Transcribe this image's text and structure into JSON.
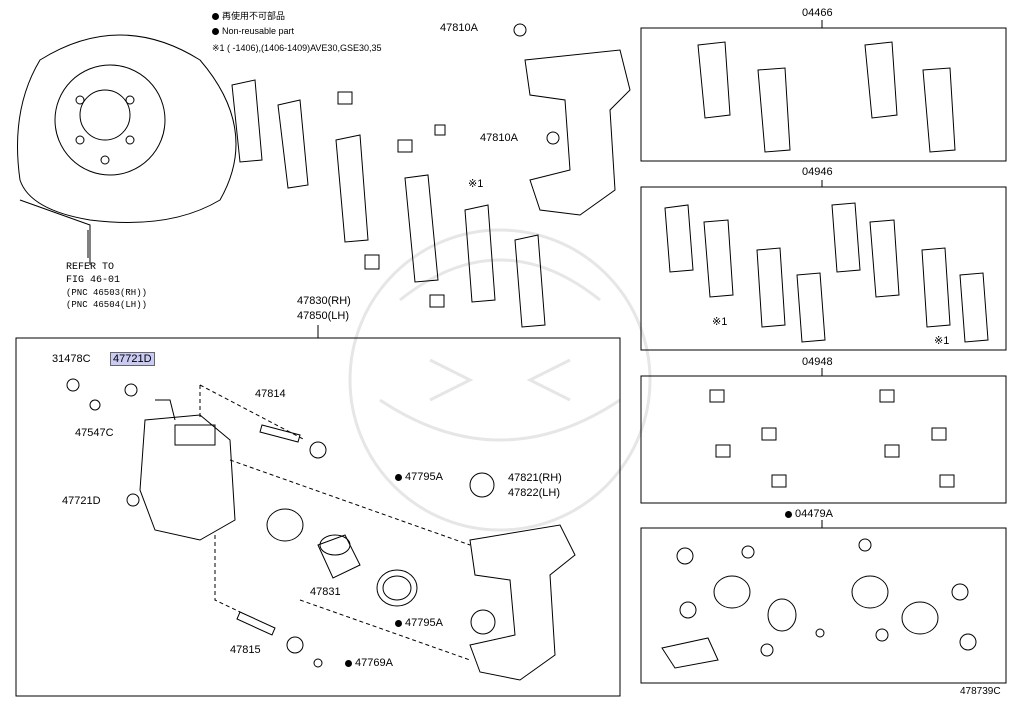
{
  "legend": {
    "non_reusable_jp": "再使用不可部品",
    "non_reusable_en": "Non-reusable part",
    "note": "※1 (       -1406),(1406-1409)AVE30,GSE30,35"
  },
  "refer": {
    "line1": "REFER TO",
    "line2": "FIG 46-01",
    "line3": "(PNC 46503(RH))",
    "line4": "(PNC 46504(LH))"
  },
  "callouts": {
    "p47810a_top": "47810A",
    "p47810a_mid": "47810A",
    "note_mark_top": "※1",
    "caliper_assy_rh": "47830(RH)",
    "caliper_assy_lh": "47850(LH)",
    "p31478c": "31478C",
    "p47721d_hl": "47721D",
    "p47547c": "47547C",
    "p47721d": "47721D",
    "p47814": "47814",
    "p47795a_top": "47795A",
    "p47821_rh": "47821(RH)",
    "p47822_lh": "47822(LH)",
    "p47831": "47831",
    "p47795a_bot": "47795A",
    "p47815": "47815",
    "p47769a": "47769A"
  },
  "kits": {
    "k04466": "04466",
    "k04946": "04946",
    "k04946_note1": "※1",
    "k04946_note2": "※1",
    "k04948": "04948",
    "k04479a": "04479A"
  },
  "figure_code": "478739C",
  "colors": {
    "highlight": "#c9cbf2",
    "line": "#000000"
  }
}
